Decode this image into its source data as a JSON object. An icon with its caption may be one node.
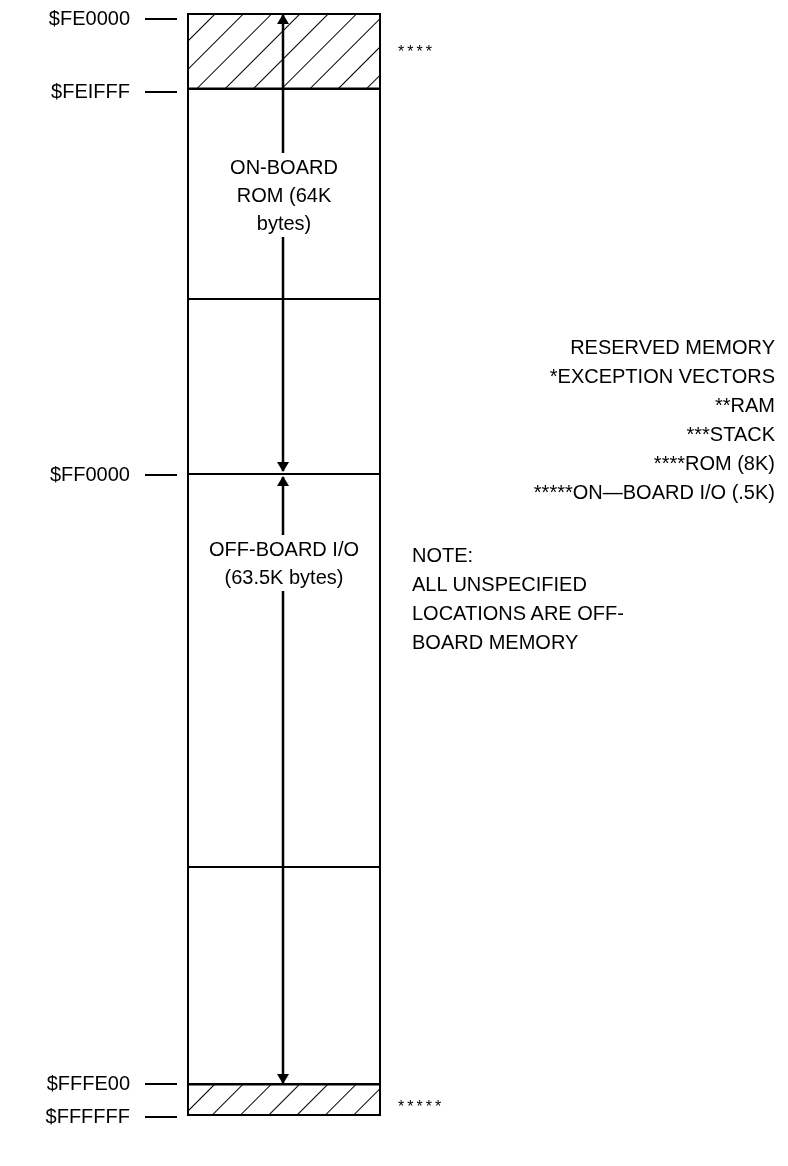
{
  "diagram": {
    "nodes": [
      {
        "text": [],
        "shape": "box"
      },
      {
        "text": [],
        "shape": "box",
        "in": 0,
        "beside": [
          "****"
        ]
      },
      {
        "text": [
          "ON-BOARD ROM (64K bytes)"
        ],
        "in": 0
      },
      {
        "text": [
          "OFF-BOARD I/O (63.5K bytes)"
        ],
        "in": 0
      },
      {
        "text": [],
        "shape": "box",
        "in": 0,
        "beside": [
          "*****"
        ]
      }
    ],
    "edges": [
      {
        "from": 2,
        "to": 1,
        "arrow": "to"
      },
      {
        "from": 2,
        "to": null,
        "arrow": "to"
      },
      {
        "from": 3,
        "to": null,
        "arrow": "to"
      },
      {
        "from": 3,
        "to": 4,
        "arrow": "to"
      }
    ],
    "labels": [
      "$FE0000",
      "$FEIFFF",
      "RESERVED MEMORY",
      "*EXCEPTION VECTORS",
      "**RAM",
      "***STACK",
      "****ROM (8K)",
      "*****ON—BOARD I/O (.5K)",
      "$FF0000",
      "NOTE:",
      "ALL UNSPECIFIED LOCATIONS ARE OFF-BOARD MEMORY",
      "$FFFE00",
      "$FFFFFF"
    ]
  }
}
